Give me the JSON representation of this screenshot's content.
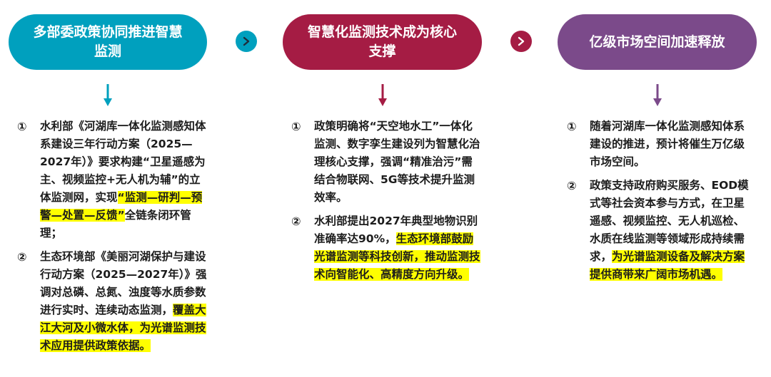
{
  "colors": {
    "teal": "#00A0BE",
    "crimson": "#A51C44",
    "purple": "#7B4A8A",
    "highlight": "#FFFF00",
    "text": "#1C1C1C"
  },
  "stages": [
    {
      "title_line1": "多部委政策协同推进智慧",
      "title_line2": "监测",
      "items": [
        {
          "num": "①",
          "text": "水利部《河湖库一体化监测感知体系建设三年行动方案（2025—2027年）》要求构建“卫星遥感为主、视频监控+无人机为辅”的立体监测网，实现",
          "highlight": "“监测—研判—预警—处置—反馈”",
          "tail": "全链条闭环管理；"
        },
        {
          "num": "②",
          "text": "生态环境部《美丽河湖保护与建设行动方案（2025—2027年）》强调对总磷、总氮、浊度等水质参数进行实时、连续动态监测，",
          "highlight": "覆盖大江大河及小微水体，为光谱监测技术应用提供政策依据。",
          "tail": ""
        }
      ]
    },
    {
      "title_line1": "智慧化监测技术成为核心",
      "title_line2": "支撑",
      "items": [
        {
          "num": "①",
          "text": "政策明确将“天空地水工”一体化监测、数字孪生建设列为智慧化治理核心支撑，强调“精准治污”需结合物联网、5G等技术提升监测效率。",
          "highlight": "",
          "tail": ""
        },
        {
          "num": "②",
          "text": "水利部提出2027年典型地物识别准确率达90%，",
          "highlight": "生态环境部鼓励光谱监测等科技创新，推动监测技术向智能化、高精度方向升级。",
          "tail": ""
        }
      ]
    },
    {
      "title_line1": "亿级市场空间加速释放",
      "title_line2": "",
      "items": [
        {
          "num": "①",
          "text": "随着河湖库一体化监测感知体系建设的推进，预计将催生万亿级市场空间。",
          "highlight": "",
          "tail": ""
        },
        {
          "num": "②",
          "text": "政策支持政府购买服务、EOD模式等社会资本参与方式，在卫星遥感、视频监控、无人机巡检、水质在线监测等领域形成持续需求，",
          "highlight": "为光谱监测设备及解决方案提供商带来广阔市场机遇。",
          "tail": ""
        }
      ]
    }
  ],
  "connectors": [
    {
      "icon": "chevron-right-icon"
    },
    {
      "icon": "chevron-right-icon"
    }
  ]
}
